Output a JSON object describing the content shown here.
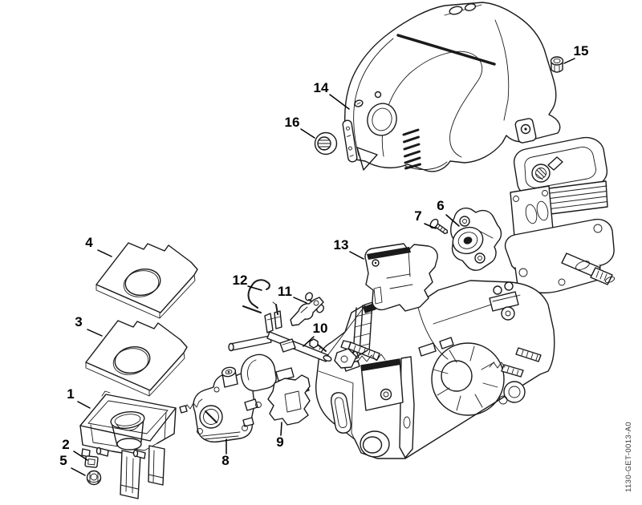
{
  "diagram": {
    "doc_code": "1130-GET-0013-A0",
    "background_color": "#ffffff",
    "line_color": "#1a1a1a",
    "labels": [
      {
        "num": "1"
      },
      {
        "num": "2"
      },
      {
        "num": "3"
      },
      {
        "num": "4"
      },
      {
        "num": "5"
      },
      {
        "num": "6"
      },
      {
        "num": "7"
      },
      {
        "num": "8"
      },
      {
        "num": "9"
      },
      {
        "num": "10"
      },
      {
        "num": "11"
      },
      {
        "num": "12"
      },
      {
        "num": "13"
      },
      {
        "num": "14"
      },
      {
        "num": "15"
      },
      {
        "num": "16"
      }
    ]
  }
}
